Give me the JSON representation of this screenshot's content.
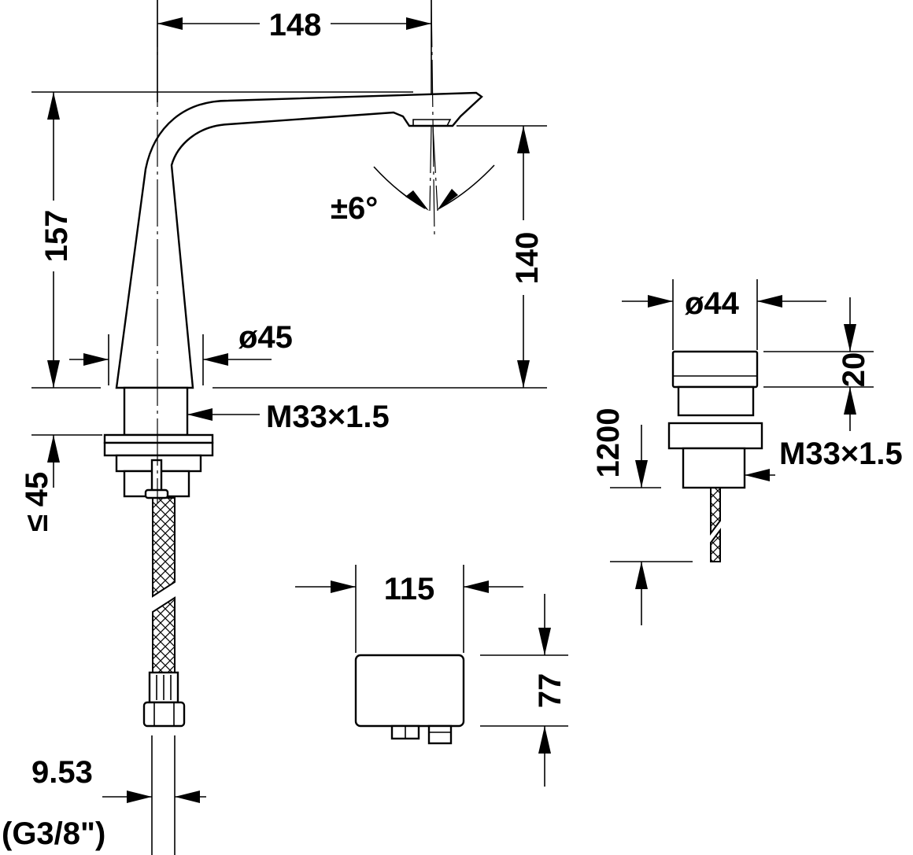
{
  "dimensions": {
    "spout_reach": "148",
    "total_height": "157",
    "outlet_height": "140",
    "swivel_angle": "±6°",
    "base_diameter": "ø45",
    "thread_tap": "M33×1.5",
    "max_deck_thickness_value": "45",
    "max_deck_thickness_symbol": "≤",
    "hose_connection_size": "9.53",
    "hose_connection_thread": "(G3/8\")",
    "sensor_diameter": "ø44",
    "sensor_height": "20",
    "cable_length": "1200",
    "sensor_thread": "M33×1.5",
    "box_width": "115",
    "box_height": "77"
  }
}
